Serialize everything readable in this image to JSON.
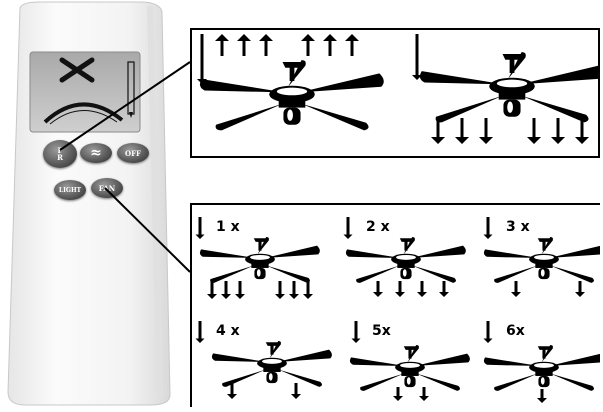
{
  "remote": {
    "buttons": {
      "reverse_top": "F",
      "reverse_bottom": "R",
      "breeze_symbol": "≈",
      "off": "OFF",
      "light": "LIGHT",
      "fan": "FAN"
    }
  },
  "speed_panel": {
    "labels": [
      "1 x",
      "2 x",
      "3 x",
      "4 x",
      "5x",
      "6x"
    ],
    "arrows_per_speed": [
      6,
      4,
      2,
      2,
      2,
      1
    ]
  },
  "colors": {
    "ink": "#000000",
    "remote_body": "#f4f4f4",
    "button": "#555555",
    "lcd": "#bdbdbd"
  }
}
